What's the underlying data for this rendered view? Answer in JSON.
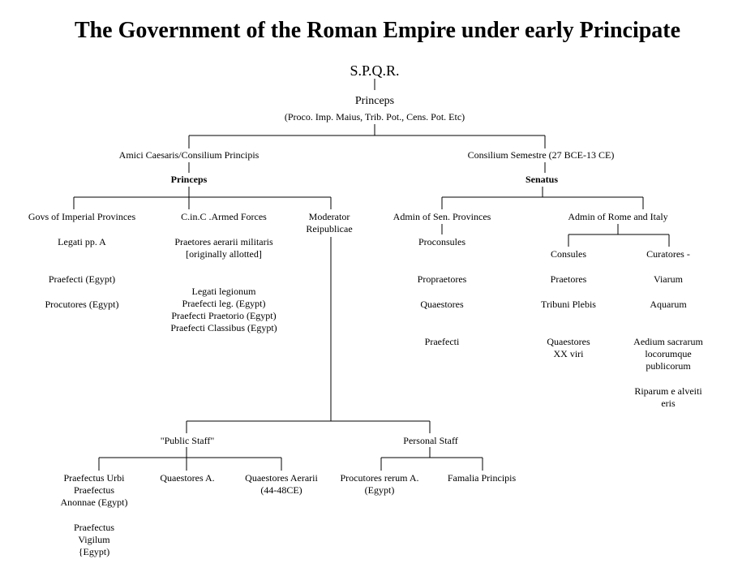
{
  "title": "The Government of the Roman Empire under early Principate",
  "nodes": {
    "spqr": "S.P.Q.R.",
    "princeps_top": "Princeps",
    "princeps_powers": "(Proco. Imp. Maius, Trib. Pot., Cens. Pot. Etc)",
    "amici": "Amici Caesaris/Consilium Principis",
    "consilium_semestre": "Consilium Semestre (27 BCE-13 CE)",
    "princeps": "Princeps",
    "senatus": "Senatus",
    "govs_imperial": "Govs of Imperial Provinces",
    "legati_pp": "Legati pp. A",
    "praefecti_egypt": "Praefecti (Egypt)",
    "procutores_egypt": "Procutores (Egypt)",
    "armed_forces": "C.in.C .Armed Forces",
    "praetores_aerarii": [
      "Praetores aerarii militaris",
      "[originally allotted]"
    ],
    "legati_legionum": [
      "Legati legionum",
      "Praefecti leg. (Egypt)",
      "Praefecti Praetorio (Egypt)",
      "Praefecti Classibus (Egypt)"
    ],
    "moderator": [
      "Moderator",
      "Reipublicae"
    ],
    "admin_sen": "Admin of Sen. Provinces",
    "proconsules": "Proconsules",
    "propraetores": "Propraetores",
    "quaestores": "Quaestores",
    "praefecti": "Praefecti",
    "admin_rome": "Admin of Rome and Italy",
    "consules": "Consules",
    "praetores": "Praetores",
    "tribuni": "Tribuni Plebis",
    "quaestores_xx": [
      "Quaestores",
      "XX viri"
    ],
    "curatores": "Curatores -",
    "viarum": "Viarum",
    "aquarum": "Aquarum",
    "aedium": [
      "Aedium sacrarum",
      "locorumque",
      "publicorum"
    ],
    "riparum": [
      "Riparum e alveiti",
      "eris"
    ],
    "public_staff": "\"Public Staff\"",
    "personal_staff": "Personal Staff",
    "praefectus_urbi": [
      "Praefectus Urbi",
      "Praefectus",
      "Anonnae (Egypt)"
    ],
    "praefectus_vigilum": [
      "Praefectus",
      "Vigilum",
      "{Egypt)"
    ],
    "quaestores_a": "Quaestores A.",
    "quaestores_aerarii": [
      "Quaestores Aerarii",
      "(44-48CE)"
    ],
    "procutores_rerum": [
      "Procutores rerum A.",
      "(Egypt)"
    ],
    "famalia": "Famalia Principis"
  }
}
